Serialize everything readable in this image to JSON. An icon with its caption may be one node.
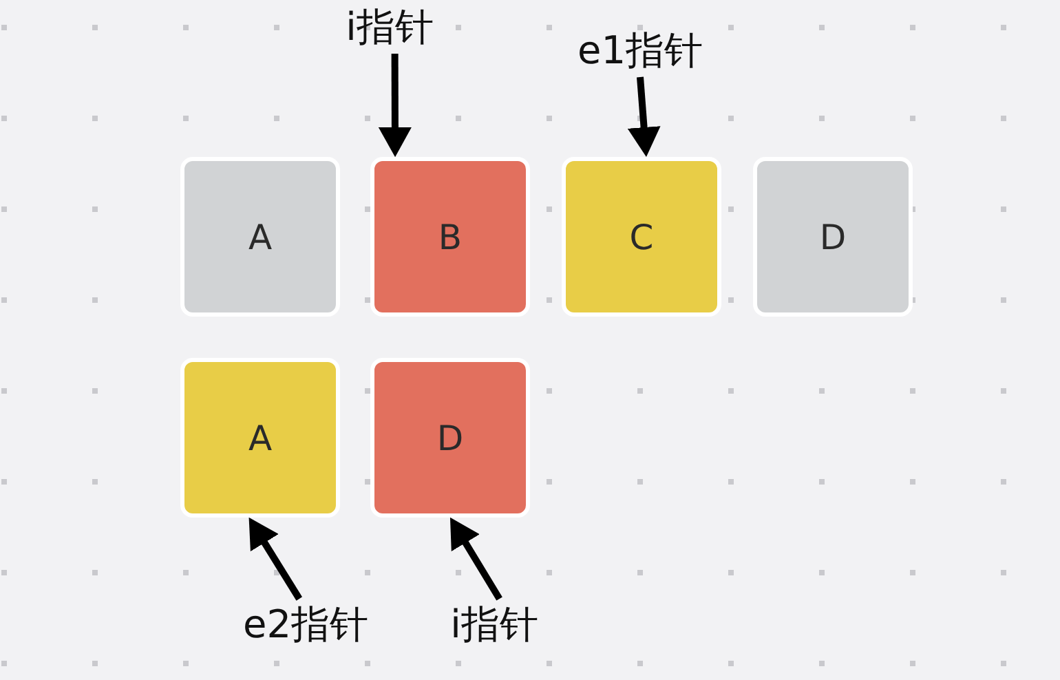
{
  "diagram": {
    "nodes": [
      {
        "text": [
          "i指针"
        ]
      },
      {
        "text": [
          "e1指针"
        ]
      },
      {
        "text": [
          "A"
        ]
      },
      {
        "text": [
          "B"
        ]
      },
      {
        "text": [
          "C"
        ]
      },
      {
        "text": [
          "D"
        ]
      },
      {
        "text": [
          "A"
        ]
      },
      {
        "text": [
          "D"
        ]
      },
      {
        "text": [
          "e2指针"
        ]
      },
      {
        "text": [
          "i指针"
        ]
      }
    ],
    "edges": [
      {
        "from": 0,
        "to": 3,
        "arrow": "to"
      },
      {
        "from": 1,
        "to": 4,
        "arrow": "to"
      },
      {
        "from": 8,
        "to": 6,
        "arrow": "to"
      },
      {
        "from": 9,
        "to": 7,
        "arrow": "to"
      }
    ]
  }
}
